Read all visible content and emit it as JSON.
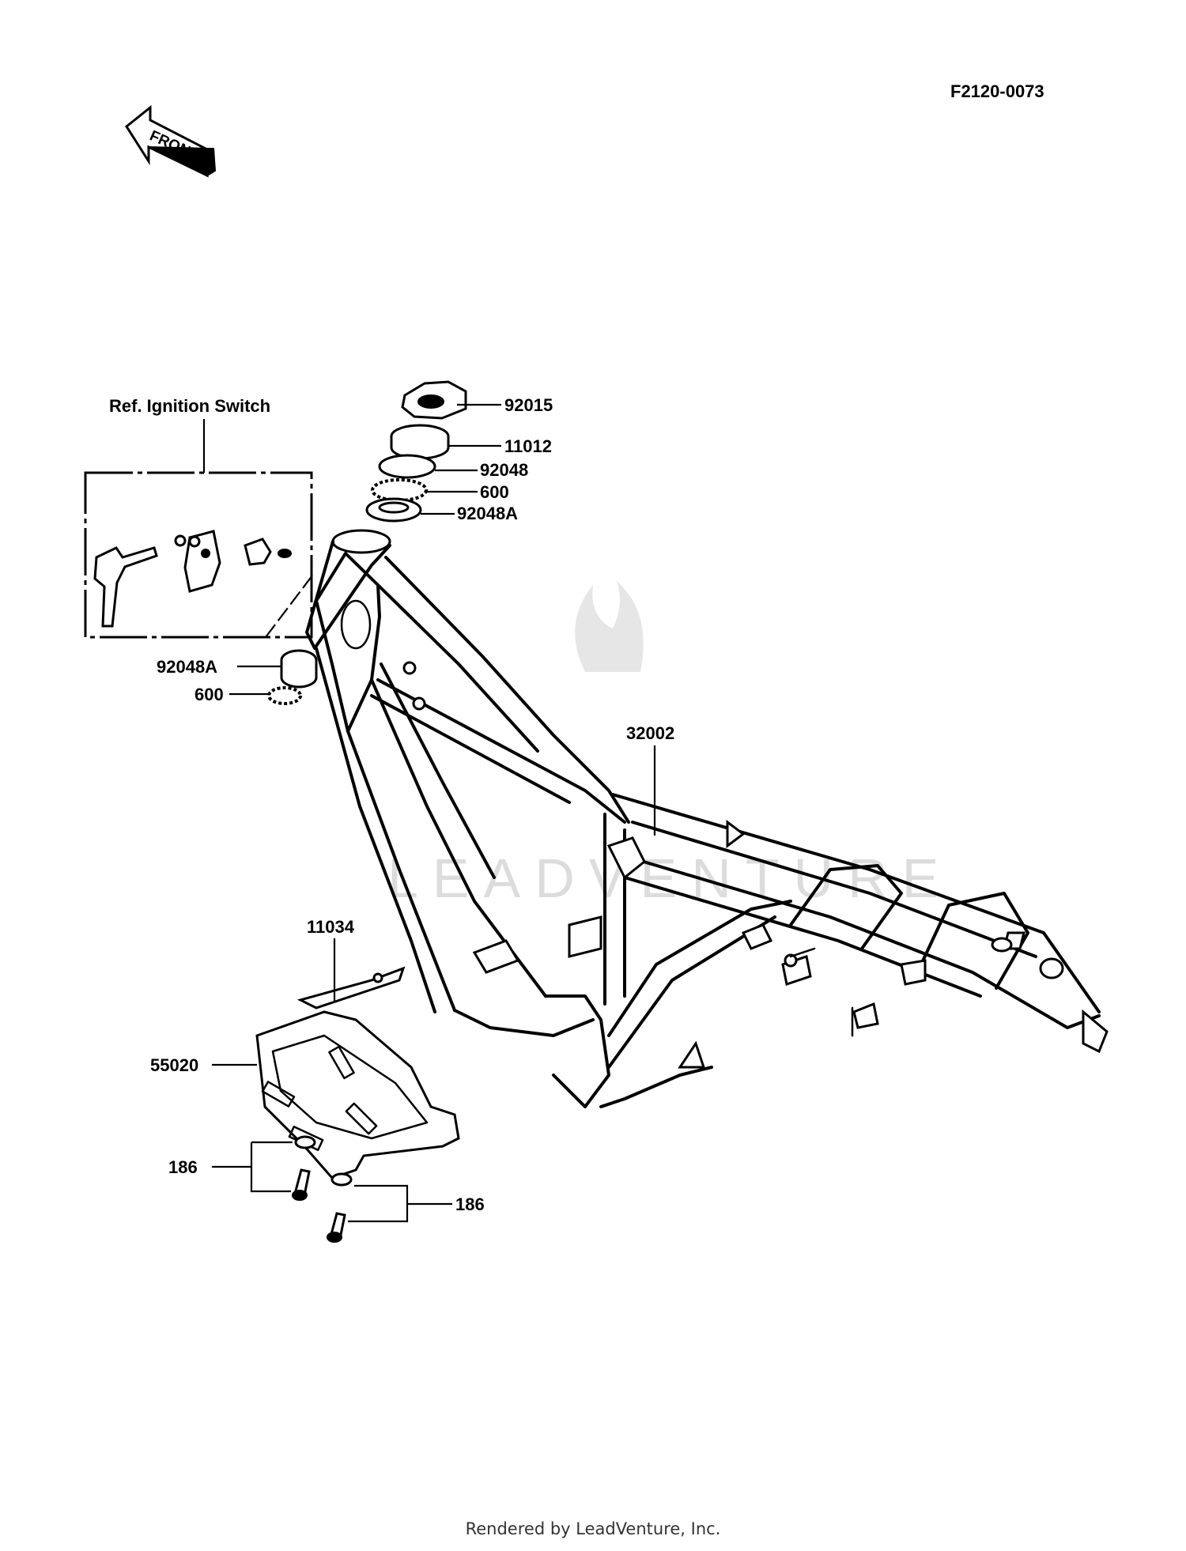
{
  "diagram_code": "F2120-0073",
  "front_label": "FRONT",
  "ref_box_label": "Ref. Ignition Switch",
  "watermark": "LEADVENTURE",
  "parts": {
    "p92015": "92015",
    "p11012": "11012",
    "p92048": "92048",
    "p600_top": "600",
    "p92048A_top": "92048A",
    "p92048A_left": "92048A",
    "p600_left": "600",
    "p32002": "32002",
    "p11034": "11034",
    "p55020": "55020",
    "p186_left": "186",
    "p186_right": "186"
  },
  "footer": "Rendered by LeadVenture, Inc."
}
